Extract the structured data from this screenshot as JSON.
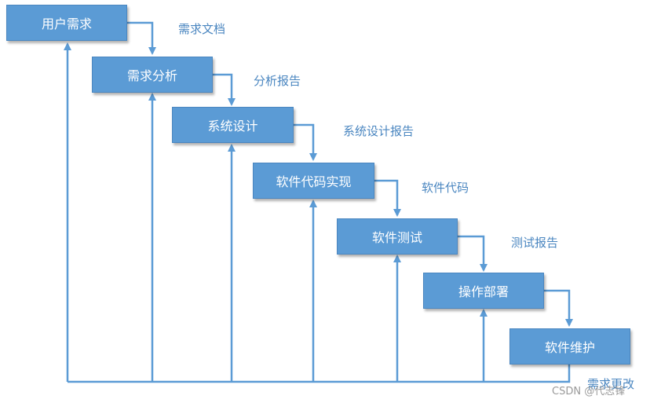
{
  "stages": [
    {
      "label": "用户需求"
    },
    {
      "label": "需求分析"
    },
    {
      "label": "系统设计"
    },
    {
      "label": "软件代码实现"
    },
    {
      "label": "软件测试"
    },
    {
      "label": "操作部署"
    },
    {
      "label": "软件维护"
    }
  ],
  "outputs": [
    {
      "label": "需求文档"
    },
    {
      "label": "分析报告"
    },
    {
      "label": "系统设计报告"
    },
    {
      "label": "软件代码"
    },
    {
      "label": "测试报告"
    }
  ],
  "feedback_label": "需求更改",
  "watermark": "CSDN @代志锋",
  "colors": {
    "box_fill": "#5b9bd5",
    "line": "#5b9bd5",
    "label_text": "#4a86c0"
  }
}
